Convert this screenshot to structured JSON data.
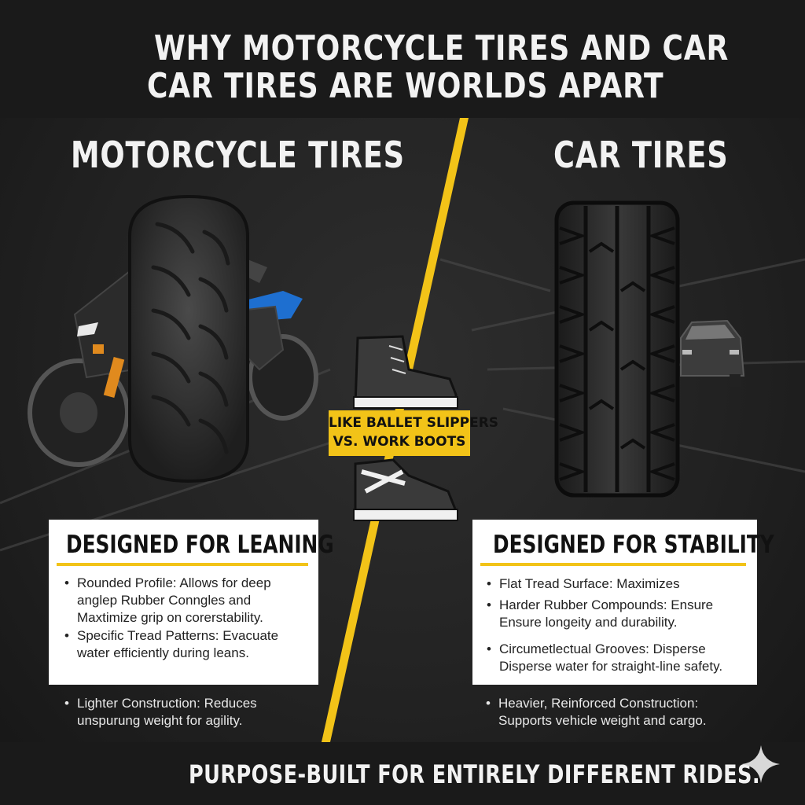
{
  "title": {
    "line1": "WHY MOTORCYCLE TIRES AND CAR",
    "line2": "CAR TIRES ARE WORLDS APART"
  },
  "left": {
    "heading": "MOTORCYCLE TIRES",
    "card_title": "DESIGNED FOR LEANING",
    "bullets": [
      "Rounded Profile: Allows for deep anglep Rubber Conngles and Maxtimize grip on corerstability.",
      "Specific Tread Patterns: Evacuate water efficiently during leans.",
      "Lighter Construction: Reduces unspurung weight for agility."
    ]
  },
  "right": {
    "heading": "CAR TIRES",
    "card_title": "DESIGNED FOR STABILITY",
    "bullets": [
      "Flat Tread Surface: Maximizes",
      "Harder Rubber Compounds: Ensure Ensure longeity and durability.",
      "Circumetlectual Grooves: Disperse Disperse water for straight-line safety.",
      "Heavier, Reinforced Construction: Supports vehicle weight and cargo."
    ]
  },
  "badge": {
    "line1": "LIKE BALLET SLIPPERS",
    "line2": "VS. WORK BOOTS"
  },
  "footer": "PURPOSE-BUILT FOR ENTIRELY DIFFERENT RIDES.",
  "bullet_symbol": "•",
  "colors": {
    "accent": "#f2c318",
    "background": "#1c1c1c",
    "card": "#ffffff",
    "motorcycle_accent": "#1e6fd0"
  },
  "icons": [
    "motorcycle-icon",
    "motorcycle-tire-icon",
    "car-tire-icon",
    "car-icon",
    "work-boot-icon",
    "ballet-slipper-icon",
    "sparkle-icon"
  ]
}
